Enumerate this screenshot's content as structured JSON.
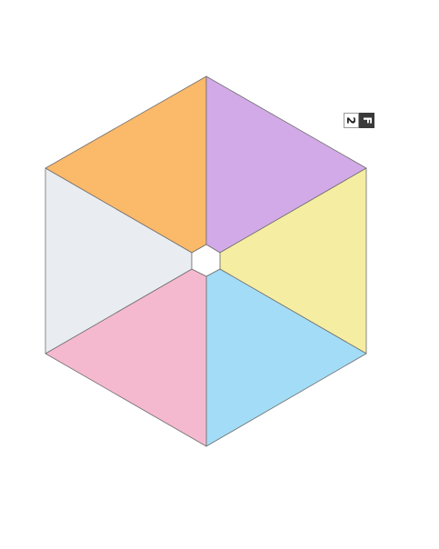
{
  "puzzle": {
    "face_tag": {
      "letter": "F",
      "number": "2"
    },
    "wedges": [
      {
        "name": "wedge-top-left",
        "color": "#FBB96A"
      },
      {
        "name": "wedge-top-right",
        "color": "#D3AAE8"
      },
      {
        "name": "wedge-right",
        "color": "#F5EDA2"
      },
      {
        "name": "wedge-bottom-right",
        "color": "#A3DCF6"
      },
      {
        "name": "wedge-bottom-left",
        "color": "#F5B9CF"
      },
      {
        "name": "wedge-left",
        "color": "#E9EDF1"
      }
    ],
    "outline_color": "#6f6f6f",
    "center_fill": "#ffffff"
  }
}
